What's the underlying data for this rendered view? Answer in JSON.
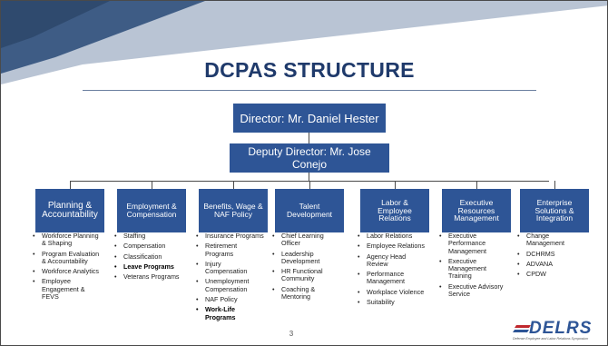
{
  "slide": {
    "title": "DCPAS STRUCTURE",
    "page_number": "3",
    "colors": {
      "box": "#2e5596",
      "title": "#1f3a6b",
      "banner_dark": "#3e5c85",
      "banner_light": "#b9c4d4",
      "accent_red": "#c0282d"
    }
  },
  "director": {
    "label": "Director: Mr. Daniel Hester"
  },
  "deputy": {
    "label": "Deputy Director: Mr. Jose Conejo"
  },
  "columns": [
    {
      "head": [
        "Planning &",
        "Accountability"
      ],
      "items": [
        {
          "text": "Workforce Planning & Shaping"
        },
        {
          "text": "Program Evaluation & Accountability"
        },
        {
          "text": "Workforce Analytics"
        },
        {
          "text": "Employee Engagement & FEVS"
        }
      ]
    },
    {
      "head": [
        "Employment &",
        "Compensation"
      ],
      "items": [
        {
          "text": "Staffing"
        },
        {
          "text": "Compensation"
        },
        {
          "text": "Classification"
        },
        {
          "text": "Leave Programs",
          "bold": true
        },
        {
          "text": "Veterans Programs"
        }
      ]
    },
    {
      "head": [
        "Benefits, Wage &",
        "NAF Policy"
      ],
      "items": [
        {
          "text": "Insurance Programs"
        },
        {
          "text": "Retirement Programs"
        },
        {
          "text": "Injury Compensation"
        },
        {
          "text": "Unemployment Compensation"
        },
        {
          "text": "NAF Policy"
        },
        {
          "text": "Work-Life Programs",
          "bold": true
        }
      ]
    },
    {
      "head": [
        "Talent",
        "Development"
      ],
      "items": [
        {
          "text": "Chief Learning Officer"
        },
        {
          "text": "Leadership Development"
        },
        {
          "text": "HR Functional Community"
        },
        {
          "text": "Coaching & Mentoring"
        }
      ]
    },
    {
      "head": [
        "Labor &",
        "Employee",
        "Relations"
      ],
      "items": [
        {
          "text": "Labor Relations"
        },
        {
          "text": "Employee Relations"
        },
        {
          "text": "Agency Head Review"
        },
        {
          "text": "Performance Management"
        },
        {
          "text": "Workplace Violence"
        },
        {
          "text": "Suitability"
        }
      ]
    },
    {
      "head": [
        "Executive",
        "Resources",
        "Management"
      ],
      "items": [
        {
          "text": "Executive Performance Management"
        },
        {
          "text": "Executive Management Training"
        },
        {
          "text": "Executive Advisory Service"
        }
      ]
    },
    {
      "head": [
        "Enterprise",
        "Solutions &",
        "Integration"
      ],
      "items": [
        {
          "text": "Change Management"
        },
        {
          "text": "DCHRMS"
        },
        {
          "text": "ADVANA"
        },
        {
          "text": "CPDW"
        }
      ]
    }
  ],
  "logo": {
    "text": "DELRS",
    "subtitle": "Defense Employee and Labor Relations Symposium"
  }
}
